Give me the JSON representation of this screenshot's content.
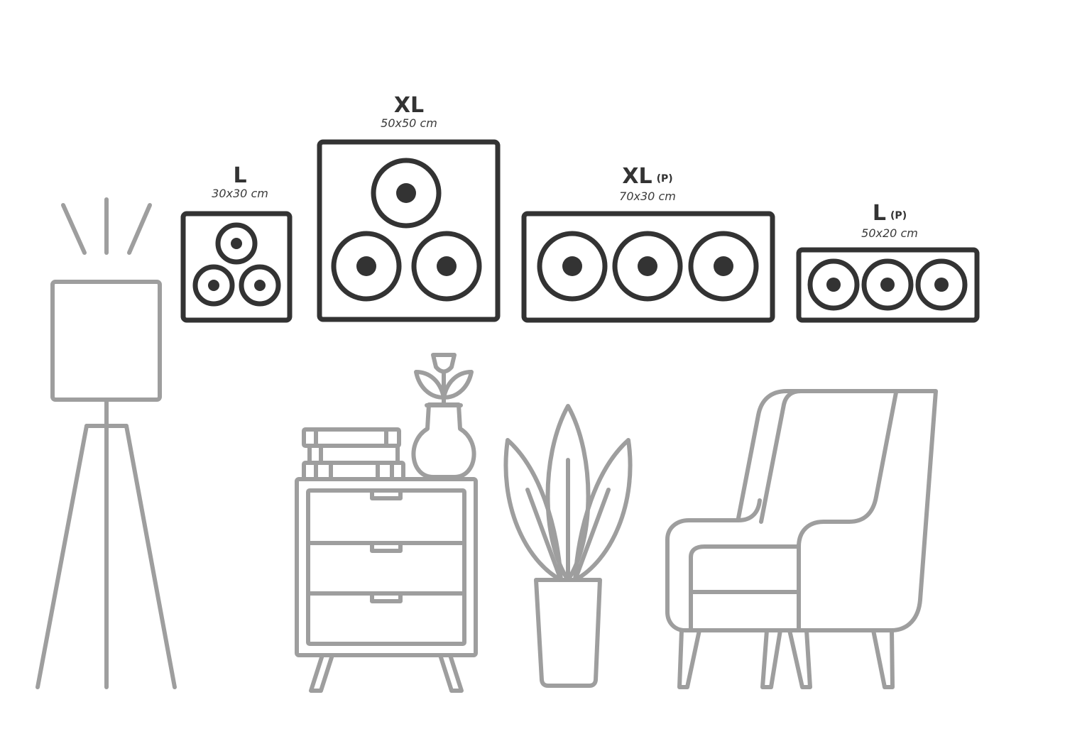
{
  "colors": {
    "frame": "#333333",
    "furniture": "#9e9e9e",
    "background": "#ffffff"
  },
  "panels": [
    {
      "size": "L",
      "tag": "",
      "dims": "30x30 cm"
    },
    {
      "size": "XL",
      "tag": "",
      "dims": "50x50 cm"
    },
    {
      "size": "XL",
      "tag": "(P)",
      "dims": "70x30 cm"
    },
    {
      "size": "L",
      "tag": "(P)",
      "dims": "50x20 cm"
    }
  ],
  "icons": [
    "floor-lamp-icon",
    "nightstand-icon",
    "books-icon",
    "flower-vase-icon",
    "potted-plant-icon",
    "armchair-icon"
  ]
}
